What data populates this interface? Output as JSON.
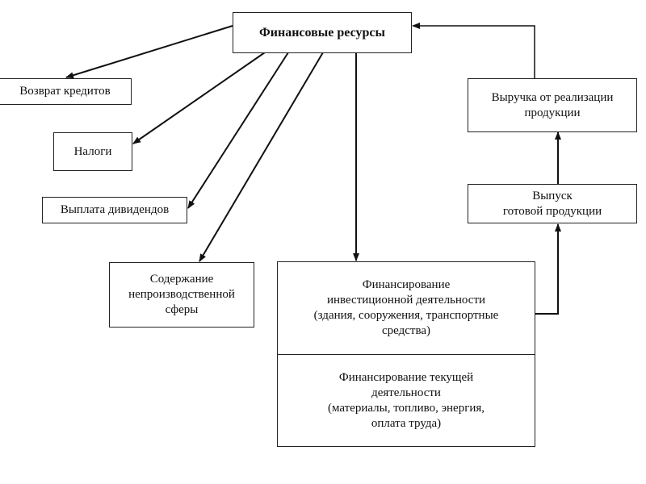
{
  "diagram": {
    "root": "Финансовые ресурсы",
    "loan_repayment": "Возврат кредитов",
    "taxes": "Налоги",
    "dividends": "Выплата дивидендов",
    "nonproduction": [
      "Содержание",
      "непроизводственной",
      "сферы"
    ],
    "investment": [
      "Финансирование",
      "инвестиционной деятельности",
      "(здания, сооружения, транспортные",
      "средства)"
    ],
    "current": [
      "Финансирование текущей",
      "деятельности",
      "(материалы, топливо, энергия,",
      "оплата труда)"
    ],
    "output": [
      "Выпуск",
      "готовой продукции"
    ],
    "revenue": [
      "Выручка от реализации",
      "продукции"
    ]
  }
}
